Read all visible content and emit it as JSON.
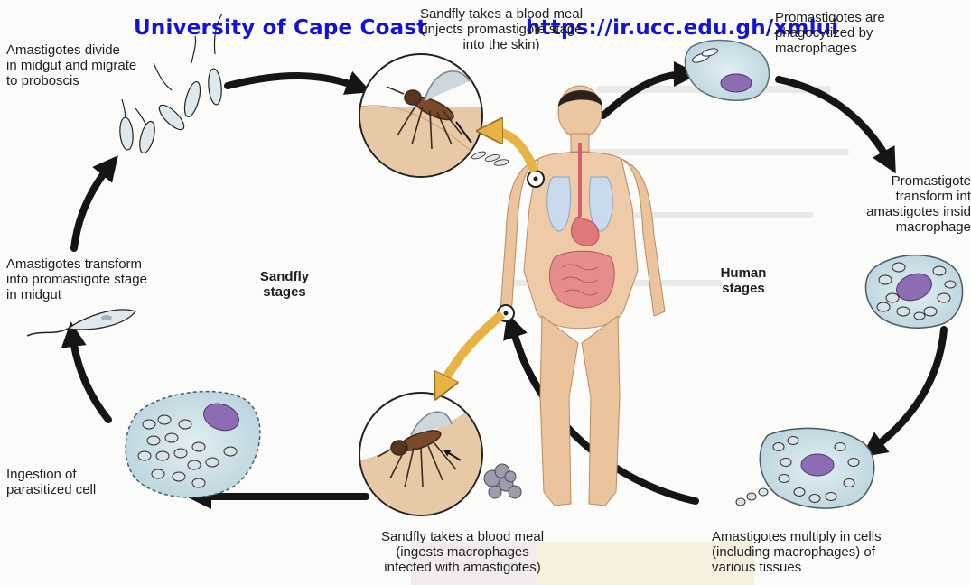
{
  "watermark": {
    "left": "University of Cape Coast",
    "right": "https://ir.ucc.edu.gh/xmlui"
  },
  "sandfly_meal_top": [
    "Sandfly takes a blood meal",
    "(injects promastigote stage",
    "into the skin)"
  ],
  "promastigotes_phagocytized": [
    "Promastigotes are",
    "phagocytized by",
    "macrophages"
  ],
  "promastigote_transform": [
    "Promastigote",
    "transform int",
    "amastigotes insid",
    "macrophage"
  ],
  "amastigotes_multiply": [
    "Amastigotes multiply in cells",
    "(including macrophages) of",
    "various tissues"
  ],
  "sandfly_meal_bottom": [
    "Sandfly takes a blood meal",
    "(ingests macrophages",
    "infected with amastigotes)"
  ],
  "ingestion": [
    "Ingestion of",
    "parasitized cell"
  ],
  "amastigotes_transform": [
    "Amastigotes transform",
    "into promastigote stage",
    "in midgut"
  ],
  "amastigotes_divide": [
    "Amastigotes divide",
    "in midgut and migrate",
    "to proboscis"
  ],
  "sandfly_stages": [
    "Sandfly",
    "stages"
  ],
  "human_stages": [
    "Human",
    "stages"
  ],
  "colors": {
    "cycle_arrow": "#151515",
    "yellow_arrow": "#e7b344",
    "macrophage": "#cfe3ea",
    "nucleus": "#8e6cb4",
    "skin": "#edc9a4",
    "watermark": "#1212d8"
  }
}
